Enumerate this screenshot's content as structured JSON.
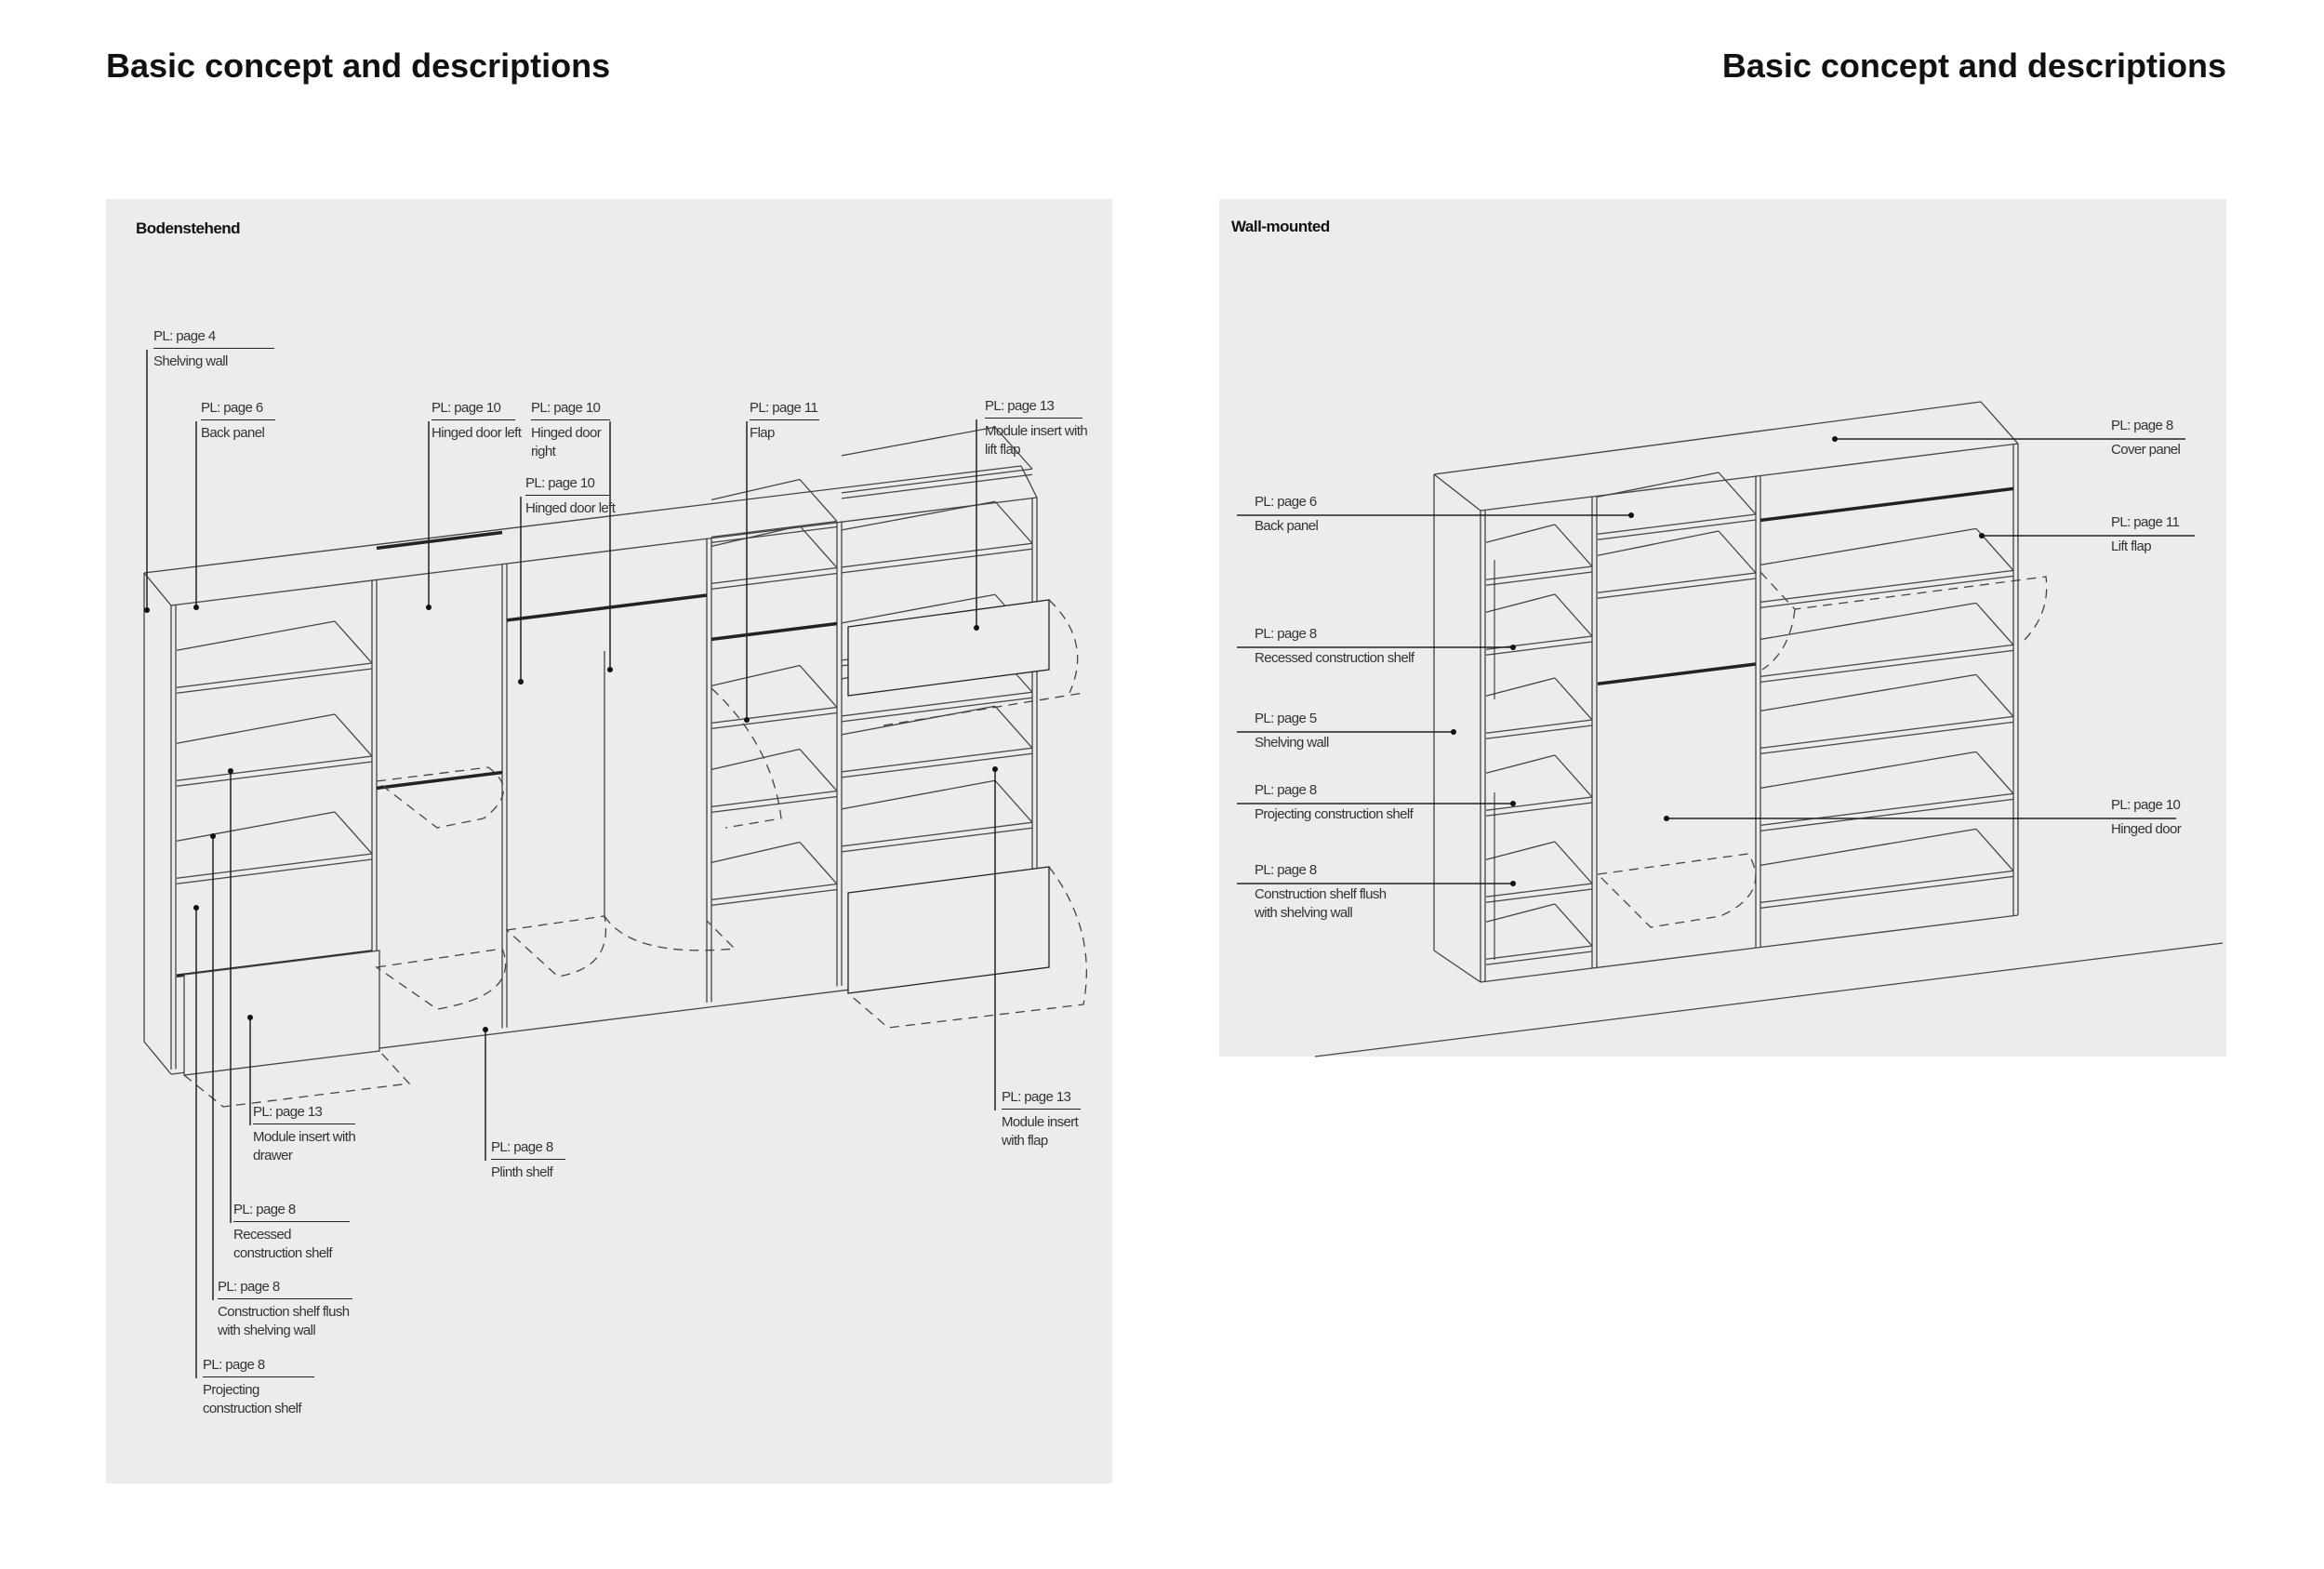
{
  "header": {
    "title_left": "Basic concept and descriptions",
    "title_right": "Basic concept and descriptions"
  },
  "floor_standing": {
    "title": "Bodenstehend",
    "labels": [
      {
        "pl": "PL: page 4",
        "desc": "Shelving wall"
      },
      {
        "pl": "PL: page 6",
        "desc": "Back panel"
      },
      {
        "pl": "PL: page 10",
        "desc": "Hinged door left"
      },
      {
        "pl": "PL: page 10",
        "desc": "Hinged door right"
      },
      {
        "pl": "PL: page 10",
        "desc": "Hinged door left"
      },
      {
        "pl": "PL: page 11",
        "desc": "Flap"
      },
      {
        "pl": "PL: page 13",
        "desc": "Module insert with lift flap"
      },
      {
        "pl": "PL: page 13",
        "desc": "Module insert with drawer"
      },
      {
        "pl": "PL: page 8",
        "desc": "Plinth shelf"
      },
      {
        "pl": "PL: page 13",
        "desc": "Module insert with flap"
      },
      {
        "pl": "PL: page 8",
        "desc": "Recessed construction shelf"
      },
      {
        "pl": "PL: page 8",
        "desc": "Construction shelf flush with shelving wall"
      },
      {
        "pl": "PL: page 8",
        "desc": "Projecting construction shelf"
      }
    ]
  },
  "wall_mounted": {
    "title": "Wall-mounted",
    "labels": [
      {
        "pl": "PL: page 8",
        "desc": "Cover panel"
      },
      {
        "pl": "PL: page 11",
        "desc": "Lift flap"
      },
      {
        "pl": "PL: page 10",
        "desc": "Hinged door"
      },
      {
        "pl": "PL: page 6",
        "desc": "Back panel"
      },
      {
        "pl": "PL: page 8",
        "desc": "Recessed construction shelf"
      },
      {
        "pl": "PL: page 5",
        "desc": "Shelving wall"
      },
      {
        "pl": "PL: page 8",
        "desc": "Projecting construction shelf"
      },
      {
        "pl": "PL: page 8",
        "desc": "Construction shelf flush with shelving wall"
      }
    ]
  }
}
